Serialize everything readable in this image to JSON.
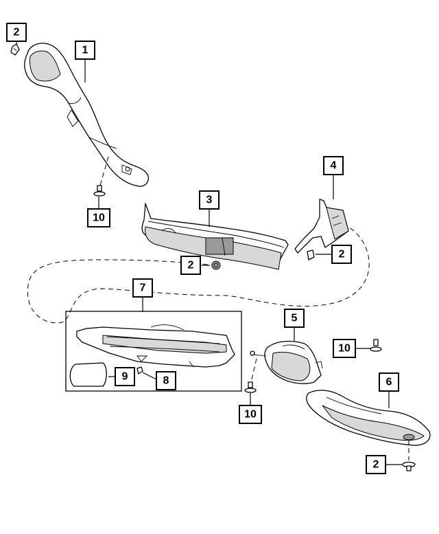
{
  "callouts": {
    "c1": "1",
    "c2_top_left": "2",
    "c10_left": "10",
    "c3": "3",
    "c2_center": "2",
    "c4": "4",
    "c2_right": "2",
    "c7": "7",
    "c9": "9",
    "c8": "8",
    "c5": "5",
    "c10_center": "10",
    "c10_right": "10",
    "c6": "6",
    "c2_bottom_right": "2"
  }
}
